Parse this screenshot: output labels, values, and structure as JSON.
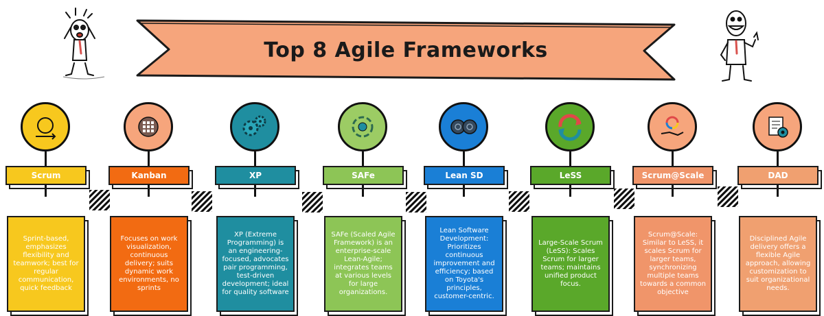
{
  "title": "Top 8 Agile Frameworks",
  "colors": {
    "banner_fill": "#f6a57c",
    "outline": "#1a1a1a"
  },
  "frameworks": [
    {
      "name": "Scrum",
      "icon": "scrum-cycle-icon",
      "color": "#f7c81e",
      "circle": "#f7c81e",
      "description": "Sprint-based, emphasizes flexibility and teamwork; best for regular communication, quick feedback"
    },
    {
      "name": "Kanban",
      "icon": "kanban-board-icon",
      "color": "#f26b12",
      "circle": "#f6a57c",
      "description": "Focuses on work visualization, continuous delivery; suits dynamic work environments, no sprints"
    },
    {
      "name": "XP",
      "icon": "gears-icon",
      "color": "#1f8ea0",
      "circle": "#1f8ea0",
      "description": "XP (Extreme Programming) is an engineering-focused, advocates pair programming, test-driven development; ideal for quality software"
    },
    {
      "name": "SAFe",
      "icon": "scaled-cycle-icon",
      "color": "#8dc556",
      "circle": "#9ccc64",
      "description": "SAFe (Scaled Agile Framework) is an enterprise-scale Lean-Agile; integrates teams at various levels for large organizations."
    },
    {
      "name": "Lean SD",
      "icon": "brain-gears-icon",
      "color": "#1a7fd6",
      "circle": "#1a7fd6",
      "description": "Lean Software Development: Prioritizes continuous improvement and efficiency; based on Toyota's principles, customer-centric."
    },
    {
      "name": "LeSS",
      "icon": "refresh-arrows-icon",
      "color": "#5aa82a",
      "circle": "#5aa82a",
      "description": "Large-Scale Scrum (LeSS): Scales Scrum for larger teams; maintains unified product focus."
    },
    {
      "name": "Scrum@Scale",
      "icon": "hand-cycle-icon",
      "color": "#f0956a",
      "circle": "#f6a57c",
      "description": "Scrum@Scale: Similar to LeSS, it scales Scrum for larger teams, synchronizing multiple teams towards a common objective"
    },
    {
      "name": "DAD",
      "icon": "document-eye-icon",
      "color": "#f0a070",
      "circle": "#f6a57c",
      "description": "Disciplined Agile delivery offers a flexible Agile approach, allowing customization to suit organizational needs."
    }
  ]
}
